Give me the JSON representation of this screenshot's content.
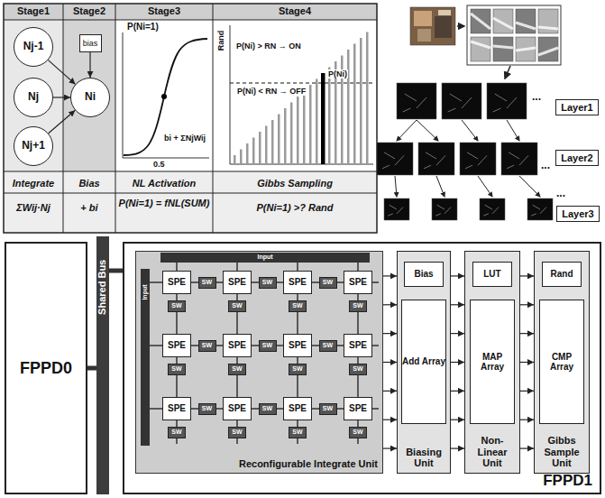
{
  "diagram": {
    "nodes": [
      {
        "text": [
          "Nj-1"
        ]
      },
      {
        "text": [
          "Nj"
        ]
      },
      {
        "text": [
          "Nj+1"
        ]
      },
      {
        "text": [
          "bias"
        ]
      },
      {
        "text": [
          "Ni"
        ]
      },
      {
        "text": [
          "Layer1"
        ]
      },
      {
        "text": [
          "Layer2"
        ]
      },
      {
        "text": [
          "Layer3"
        ]
      },
      {
        "text": [
          "FPPD0"
        ]
      },
      {
        "text": [
          "Shared Bus"
        ]
      },
      {
        "text": [
          "FPPD1"
        ]
      },
      {
        "text": [
          "Reconfigurable Integrate Unit"
        ],
        "in": 10
      },
      {
        "text": [
          "Input"
        ],
        "in": 11
      },
      {
        "text": [
          "Input"
        ],
        "in": 11
      },
      {
        "text": [
          "SPE"
        ],
        "in": 11
      },
      {
        "text": [
          "SW"
        ],
        "in": 11
      },
      {
        "text": [
          "SPE"
        ],
        "in": 11
      },
      {
        "text": [
          "SW"
        ],
        "in": 11
      },
      {
        "text": [
          "SPE"
        ],
        "in": 11
      },
      {
        "text": [
          "SW"
        ],
        "in": 11
      },
      {
        "text": [
          "SPE"
        ],
        "in": 11
      },
      {
        "text": [
          "SW"
        ],
        "in": 11
      },
      {
        "text": [
          "SW"
        ],
        "in": 11
      },
      {
        "text": [
          "SW"
        ],
        "in": 11
      },
      {
        "text": [
          "SW"
        ],
        "in": 11
      },
      {
        "text": [
          "SPE"
        ],
        "in": 11
      },
      {
        "text": [
          "SW"
        ],
        "in": 11
      },
      {
        "text": [
          "SPE"
        ],
        "in": 11
      },
      {
        "text": [
          "SW"
        ],
        "in": 11
      },
      {
        "text": [
          "SPE"
        ],
        "in": 11
      },
      {
        "text": [
          "SW"
        ],
        "in": 11
      },
      {
        "text": [
          "SPE"
        ],
        "in": 11
      },
      {
        "text": [
          "SW"
        ],
        "in": 11
      },
      {
        "text": [
          "SW"
        ],
        "in": 11
      },
      {
        "text": [
          "SW"
        ],
        "in": 11
      },
      {
        "text": [
          "SW"
        ],
        "in": 11
      },
      {
        "text": [
          "SPE"
        ],
        "in": 11
      },
      {
        "text": [
          "SW"
        ],
        "in": 11
      },
      {
        "text": [
          "SPE"
        ],
        "in": 11
      },
      {
        "text": [
          "SW"
        ],
        "in": 11
      },
      {
        "text": [
          "SPE"
        ],
        "in": 11
      },
      {
        "text": [
          "SW"
        ],
        "in": 11
      },
      {
        "text": [
          "SPE"
        ],
        "in": 11
      },
      {
        "text": [
          "SW"
        ],
        "in": 11
      },
      {
        "text": [
          "SW"
        ],
        "in": 11
      },
      {
        "text": [
          "SW"
        ],
        "in": 11
      },
      {
        "text": [
          "SW"
        ],
        "in": 11
      },
      {
        "text": [
          "Biasing Unit"
        ],
        "in": 10
      },
      {
        "text": [
          "Bias"
        ],
        "in": 47
      },
      {
        "text": [
          "Add Array"
        ],
        "in": 47
      },
      {
        "text": [
          "Non-Linear Unit"
        ],
        "in": 10
      },
      {
        "text": [
          "LUT"
        ],
        "in": 50
      },
      {
        "text": [
          "MAP Array"
        ],
        "in": 50
      },
      {
        "text": [
          "Gibbs Sample Unit"
        ],
        "in": 10
      },
      {
        "text": [
          "Rand"
        ],
        "in": 53
      },
      {
        "text": [
          "CMP Array"
        ],
        "in": 53
      }
    ],
    "edges": [
      {
        "from": 0,
        "to": 4,
        "arrow": "to"
      },
      {
        "from": 1,
        "to": 4,
        "arrow": "to"
      },
      {
        "from": 2,
        "to": 4,
        "arrow": "to"
      },
      {
        "from": 3,
        "to": 4,
        "arrow": "to"
      },
      {
        "from": 8,
        "to": 9,
        "arrow": "none"
      },
      {
        "from": 9,
        "to": 10,
        "arrow": "none"
      },
      {
        "from": 11,
        "to": 47,
        "arrow": "to"
      },
      {
        "from": 11,
        "to": 47,
        "arrow": "to"
      },
      {
        "from": 11,
        "to": 47,
        "arrow": "to"
      },
      {
        "from": 11,
        "to": 47,
        "arrow": "to"
      },
      {
        "from": 11,
        "to": 47,
        "arrow": "to"
      },
      {
        "from": 11,
        "to": 47,
        "arrow": "to"
      },
      {
        "from": 11,
        "to": 47,
        "arrow": "to"
      },
      {
        "from": 47,
        "to": 50,
        "arrow": "to"
      },
      {
        "from": 47,
        "to": 50,
        "arrow": "to"
      },
      {
        "from": 47,
        "to": 50,
        "arrow": "to"
      },
      {
        "from": 47,
        "to": 50,
        "arrow": "to"
      },
      {
        "from": 47,
        "to": 50,
        "arrow": "to"
      },
      {
        "from": 47,
        "to": 50,
        "arrow": "to"
      },
      {
        "from": 47,
        "to": 50,
        "arrow": "to"
      },
      {
        "from": 50,
        "to": 53,
        "arrow": "to"
      },
      {
        "from": 50,
        "to": 53,
        "arrow": "to"
      },
      {
        "from": 50,
        "to": 53,
        "arrow": "to"
      },
      {
        "from": 50,
        "to": 53,
        "arrow": "to"
      },
      {
        "from": 50,
        "to": 53,
        "arrow": "to"
      },
      {
        "from": 50,
        "to": 53,
        "arrow": "to"
      },
      {
        "from": 50,
        "to": 53,
        "arrow": "to"
      }
    ],
    "labels": [
      "Stage1",
      "Stage2",
      "Stage3",
      "Stage4",
      "P(Ni=1)",
      "bi + ΣNjWij",
      "0.5",
      "Rand",
      "P(Ni) > RN → ON",
      "P(Ni)",
      "P(Ni) < RN → OFF",
      "Integrate",
      "ΣWij·Nj",
      "Bias",
      "+ bi",
      "NL Activation",
      "P(Ni=1) = fNL(SUM)",
      "Gibbs Sampling",
      "P(Ni=1) >? Rand",
      "...",
      "...",
      "..."
    ]
  }
}
